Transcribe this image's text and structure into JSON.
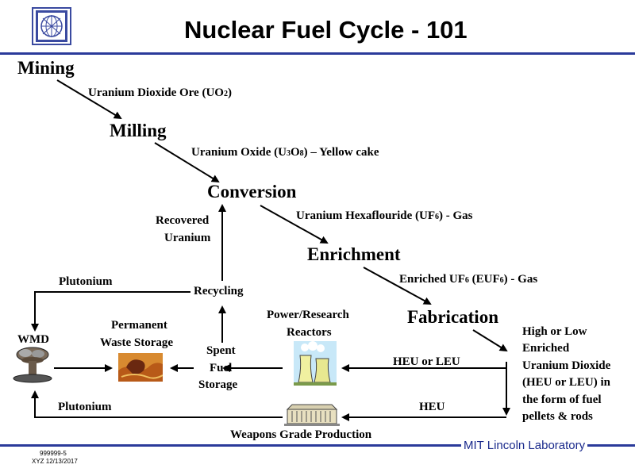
{
  "title": "Nuclear Fuel Cycle - 101",
  "stages": {
    "mining": "Mining",
    "milling": "Milling",
    "conversion": "Conversion",
    "enrichment": "Enrichment",
    "fabrication": "Fabrication"
  },
  "products": {
    "ore": "Uranium Dioxide Ore (UO",
    "ore_sub": "2",
    "ore_end": ")",
    "yellowcake_a": "Uranium Oxide (U",
    "yellowcake_sub1": "3",
    "yellowcake_b": "O",
    "yellowcake_sub2": "8",
    "yellowcake_c": ") – Yellow cake",
    "uf6_a": "Uranium Hexaflouride (UF",
    "uf6_sub": "6",
    "uf6_b": ") - Gas",
    "euf6_a": "Enriched UF",
    "euf6_sub1": "6",
    "euf6_b": " (EUF",
    "euf6_sub2": "6",
    "euf6_c": ")  - Gas"
  },
  "labels": {
    "recovered_1": "Recovered",
    "recovered_2": "Uranium",
    "recycling": "Recycling",
    "plutonium_top": "Plutonium",
    "plutonium_bottom": "Plutonium",
    "wmd": "WMD",
    "waste_1": "Permanent",
    "waste_2": "Waste Storage",
    "spent_1": "Spent",
    "spent_2": "Fuel",
    "spent_3": "Storage",
    "reactors_1": "Power/Research",
    "reactors_2": "Reactors",
    "heu_or_leu": "HEU or LEU",
    "heu": "HEU",
    "weapons": "Weapons Grade Production",
    "fuel_1": "High or Low",
    "fuel_2": "Enriched",
    "fuel_3": "Uranium Dioxide",
    "fuel_4": "(HEU or LEU) in",
    "fuel_5": "the form of fuel",
    "fuel_6": "pellets & rods"
  },
  "footer": {
    "org": "MIT Lincoln Laboratory",
    "code": "999999-5",
    "date": "XYZ 12/13/2017"
  },
  "colors": {
    "rule": "#2a3a9a",
    "footer_text": "#1a2a8c",
    "logo": "#3a4aa0"
  },
  "icons": [
    "lincoln-lab-logo-icon",
    "mushroom-cloud-icon",
    "waste-storage-icon",
    "cooling-towers-icon",
    "weapons-facility-icon"
  ]
}
